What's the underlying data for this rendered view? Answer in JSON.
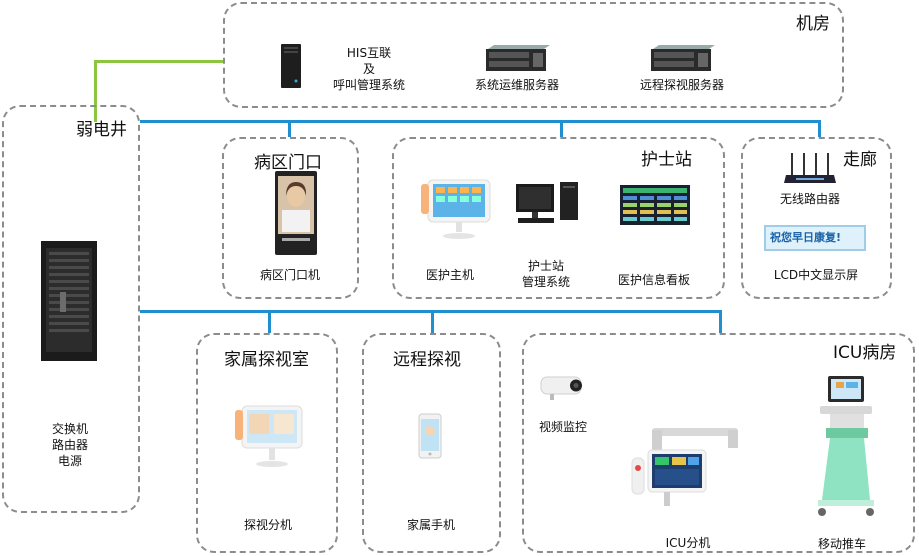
{
  "zones": {
    "machine_room": {
      "title": "机房",
      "his_label_1": "HIS互联",
      "his_label_2": "及",
      "his_label_3": "呼叫管理系统",
      "ops_server": "系统运维服务器",
      "remote_server": "远程探视服务器"
    },
    "weak_shaft": {
      "title": "弱电井",
      "device_1": "交换机",
      "device_2": "路由器",
      "device_3": "电源"
    },
    "ward_door": {
      "title": "病区门口",
      "device": "病区门口机"
    },
    "nurse_station": {
      "title": "护士站",
      "host": "医护主机",
      "system_1": "护士站",
      "system_2": "管理系统",
      "board": "医护信息看板"
    },
    "corridor": {
      "title": "走廊",
      "router": "无线路由器",
      "lcd_text": "祝您早日康复!",
      "lcd": "LCD中文显示屏"
    },
    "family_room": {
      "title": "家属探视室",
      "device": "探视分机"
    },
    "remote_visit": {
      "title": "远程探视",
      "device": "家属手机"
    },
    "icu": {
      "title": "ICU病房",
      "camera": "视频监控",
      "icu_device": "ICU分机",
      "cart": "移动推车"
    }
  },
  "colors": {
    "bus": "#1f8fd0",
    "uplink": "#8cc63f",
    "border": "#8c8c8c"
  }
}
